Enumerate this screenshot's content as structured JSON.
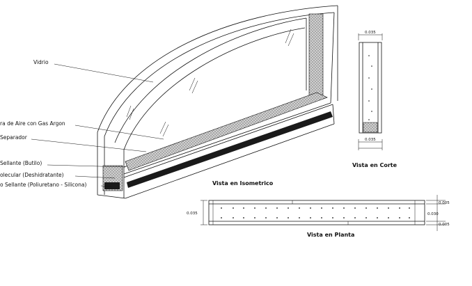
{
  "callouts": {
    "vidrio": "Vidrio",
    "camara_aire": "ra de Aire con Gas Argon",
    "separador": "Separador",
    "sellante_butilo": "Sellante (Butilo)",
    "tamiz": "olecular (Deshidratante)",
    "sellante_poliuretano": "o Sellante (Poliuretano - Silicona)"
  },
  "views": {
    "isometrico": "Vista en Isometrico",
    "corte": "Vista en Corte",
    "planta": "Vista en Planta"
  },
  "dimensions": {
    "corte_top": "0.035",
    "corte_mid": "0.035",
    "planta_left": "0.035",
    "planta_right_top": "0.005",
    "planta_right_mid": "0.030",
    "planta_right_bottom": "0.005"
  },
  "colors": {
    "ink": "#111111",
    "desiccant_fill": "#bdbdbd",
    "dark_band": "#1a1a1a"
  }
}
